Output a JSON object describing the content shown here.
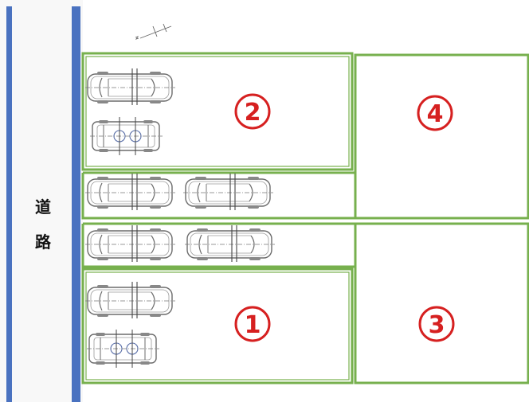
{
  "road": {
    "label_line1": "道",
    "label_line2": "路"
  },
  "lots": [
    {
      "id": "lot-1",
      "number": "1"
    },
    {
      "id": "lot-2",
      "number": "2"
    },
    {
      "id": "lot-3",
      "number": "3"
    },
    {
      "id": "lot-4",
      "number": "4"
    }
  ],
  "colors": {
    "road_line": "#4a72c0",
    "lot_border": "#77b04e",
    "number": "#d62020",
    "car_line": "#6b6b6b"
  },
  "cars": {
    "lot_2": 2,
    "driveway_upper": 2,
    "driveway_lower": 2,
    "lot_1": 2
  },
  "icons": [
    "north-arrow-icon",
    "car-icon"
  ]
}
